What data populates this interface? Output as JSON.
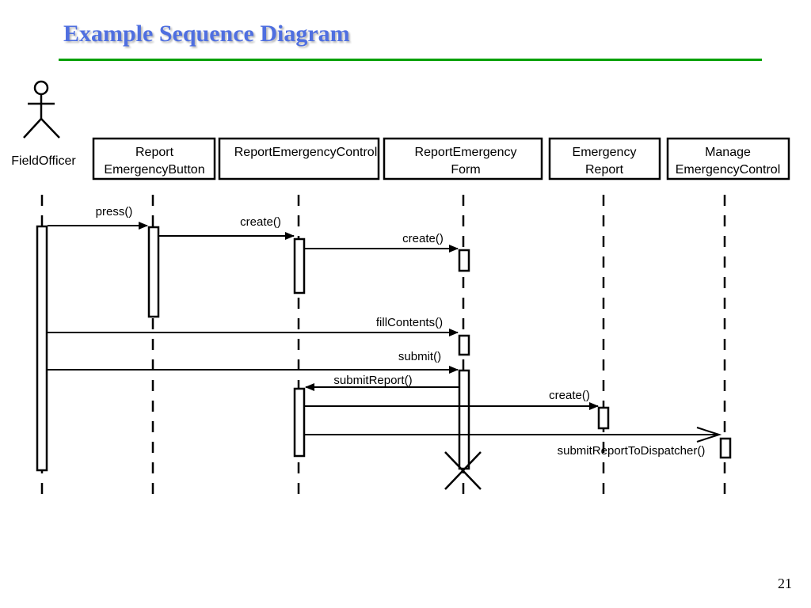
{
  "slide": {
    "title": "Example Sequence Diagram",
    "page_number": "21",
    "title_color": "#4f6fe0",
    "rule_color": "#00a000"
  },
  "actor": {
    "name": "FieldOfficer"
  },
  "objects": [
    {
      "id": "button",
      "lines": [
        "Report",
        "EmergencyButton"
      ]
    },
    {
      "id": "control",
      "lines": [
        "ReportEmergencyControl"
      ]
    },
    {
      "id": "form",
      "lines": [
        "ReportEmergency",
        "Form"
      ]
    },
    {
      "id": "report",
      "lines": [
        "Emergency",
        "Report"
      ]
    },
    {
      "id": "manage",
      "lines": [
        "Manage",
        "EmergencyControl"
      ]
    }
  ],
  "messages": [
    {
      "label": "press()",
      "from": "actor",
      "to": "button"
    },
    {
      "label": "create()",
      "from": "button",
      "to": "control"
    },
    {
      "label": "create()",
      "from": "control",
      "to": "form"
    },
    {
      "label": "fillContents()",
      "from": "actor",
      "to": "form"
    },
    {
      "label": "submit()",
      "from": "actor",
      "to": "form"
    },
    {
      "label": "submitReport()",
      "from": "form",
      "to": "control"
    },
    {
      "label": "create()",
      "from": "control",
      "to": "report"
    },
    {
      "label": "submitReportToDispatcher()",
      "from": "control",
      "to": "manage",
      "asynchronous": true
    }
  ],
  "destroyed": "form"
}
